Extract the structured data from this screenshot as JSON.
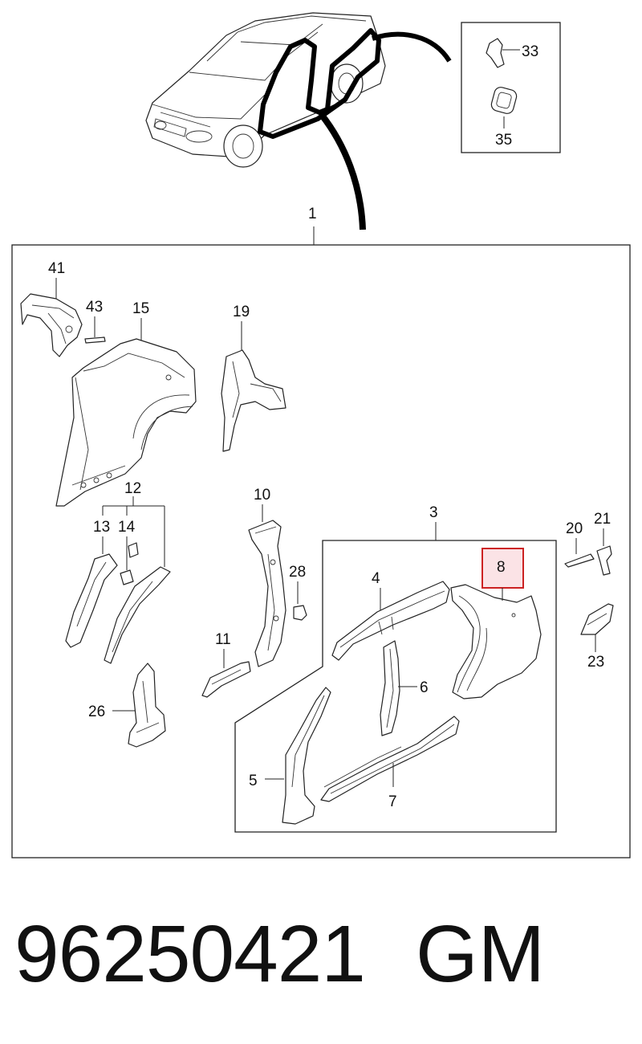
{
  "diagram": {
    "labels": {
      "l1": "1",
      "l3": "3",
      "l4": "4",
      "l5": "5",
      "l6": "6",
      "l7": "7",
      "l8": "8",
      "l10": "10",
      "l11": "11",
      "l12": "12",
      "l13": "13",
      "l14": "14",
      "l15": "15",
      "l19": "19",
      "l20": "20",
      "l21": "21",
      "l23": "23",
      "l26": "26",
      "l28": "28",
      "l33": "33",
      "l35": "35",
      "l41": "41",
      "l43": "43"
    },
    "highlighted_part": "8",
    "highlight_color": "#cc2222",
    "highlight_fill": "#fbe3e6"
  },
  "footer": {
    "part_number": "96250421",
    "brand": "GM"
  }
}
